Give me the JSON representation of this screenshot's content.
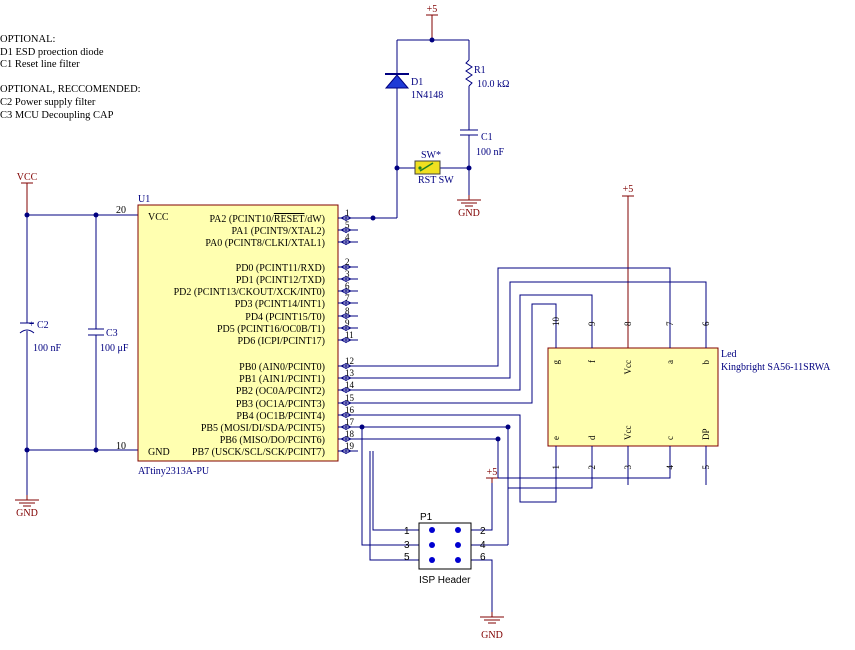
{
  "notes": {
    "lines": [
      "OPTIONAL:",
      "D1 ESD proection diode",
      "C1 Reset line filter",
      "",
      "OPTIONAL, RECCOMENDED:",
      "C2 Power supply filter",
      "C3 MCU Decoupling CAP"
    ]
  },
  "power": {
    "plus5": "+5",
    "vcc": "VCC",
    "gnd": "GND"
  },
  "d1": {
    "ref": "D1",
    "value": "1N4148"
  },
  "r1": {
    "ref": "R1",
    "value": "10.0 kΩ"
  },
  "c1": {
    "ref": "C1",
    "value": "100 nF"
  },
  "c2": {
    "ref": "C2",
    "value": "100 nF"
  },
  "c3": {
    "ref": "C3",
    "value": "100 μF"
  },
  "sw": {
    "ref": "SW*",
    "value": "RST SW"
  },
  "u1": {
    "ref": "U1",
    "part": "ATtiny2313A-PU",
    "vcc_label": "VCC",
    "gnd_label": "GND",
    "vcc_pin": "20",
    "gnd_pin": "10",
    "pins": [
      {
        "name": "PA2 (PCINT10/",
        "name_bar": "RESET",
        "name_tail": "/dW)",
        "num": "1"
      },
      {
        "name": "PA1 (PCINT9/XTAL2)",
        "num": "5"
      },
      {
        "name": "PA0 (PCINT8/CLKI/XTAL1)",
        "num": "4"
      },
      {
        "name": "PD0 (PCINT11/RXD)",
        "num": "2"
      },
      {
        "name": "PD1 (PCINT12/TXD)",
        "num": "3"
      },
      {
        "name": "PD2 (PCINT13/CKOUT/XCK/INT0)",
        "num": "6"
      },
      {
        "name": "PD3 (PCINT14/INT1)",
        "num": "7"
      },
      {
        "name": "PD4 (PCINT15/T0)",
        "num": "8"
      },
      {
        "name": "PD5 (PCINT16/OC0B/T1)",
        "num": "9"
      },
      {
        "name": "PD6 (ICPI/PCINT17)",
        "num": "11"
      },
      {
        "name": "PB0 (AIN0/PCINT0)",
        "num": "12"
      },
      {
        "name": "PB1 (AIN1/PCINT1)",
        "num": "13"
      },
      {
        "name": "PB2 (OC0A/PCINT2)",
        "num": "14"
      },
      {
        "name": "PB3 (OC1A/PCINT3)",
        "num": "15"
      },
      {
        "name": "PB4 (OC1B/PCINT4)",
        "num": "16"
      },
      {
        "name": "PB5 (MOSI/DI/SDA/PCINT5)",
        "num": "17"
      },
      {
        "name": "PB6 (MISO/DO/PCINT6)",
        "num": "18"
      },
      {
        "name": "PB7 (USCK/SCL/SCK/PCINT7)",
        "num": "19"
      }
    ]
  },
  "p1": {
    "ref": "P1",
    "name": "ISP Header",
    "pins": [
      "1",
      "2",
      "3",
      "4",
      "5",
      "6"
    ]
  },
  "led": {
    "ref": "Led",
    "part": "Kingbright SA56-11SRWA",
    "top_pins": [
      "10",
      "9",
      "8",
      "7",
      "6"
    ],
    "top_labels": [
      "g",
      "f",
      "Vcc",
      "a",
      "b"
    ],
    "bottom_pins": [
      "1",
      "2",
      "3",
      "4",
      "5"
    ],
    "bottom_labels": [
      "e",
      "d",
      "Vcc",
      "c",
      "DP"
    ]
  },
  "colors": {
    "wire": "#000080",
    "component": "#000080",
    "body_fill": "#ffffb0",
    "body_stroke": "#800000",
    "power": "#800000",
    "designator": "#000080",
    "diode_fill": "#1f3ad6",
    "pin_dot": "#0000d0",
    "switch_fill": "#f0e020"
  }
}
